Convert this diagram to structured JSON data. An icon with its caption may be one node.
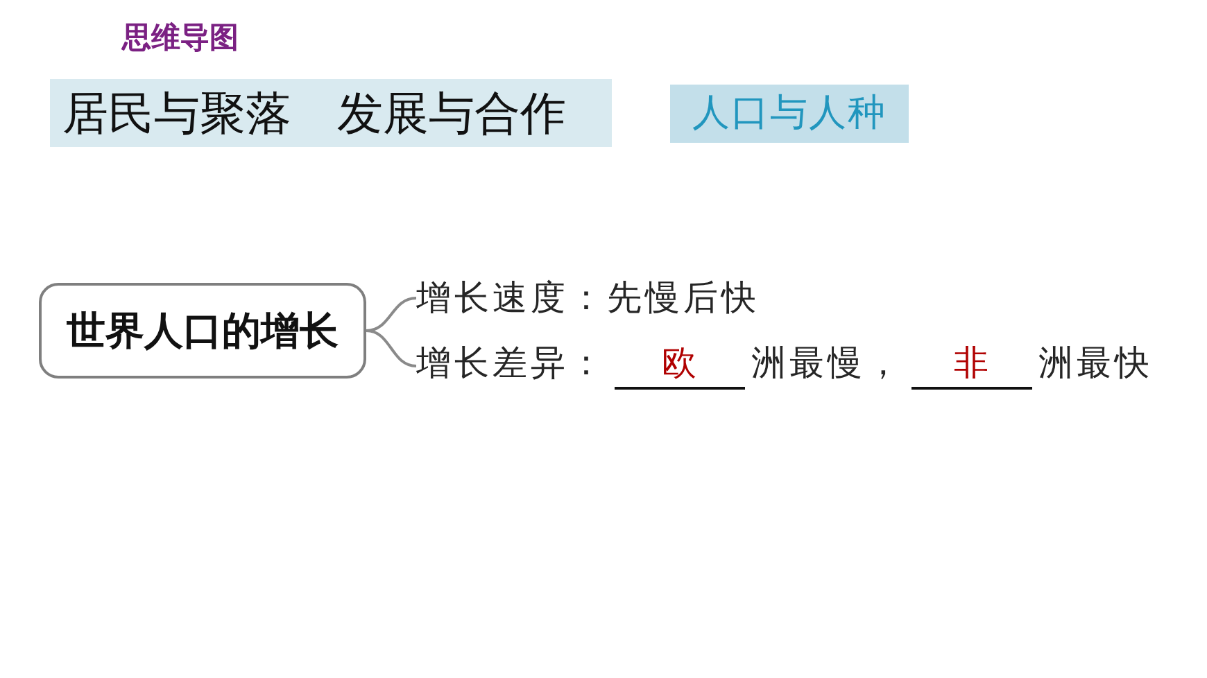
{
  "diagram": {
    "title": "思维导图",
    "nodes": [
      {
        "text": [
          "居民与聚落　发展与合作"
        ]
      },
      {
        "text": [
          "人口与人种"
        ]
      },
      {
        "text": [
          "世界人口的增长"
        ]
      },
      {
        "text": [
          "增长速度：先慢后快"
        ]
      },
      {
        "text": [
          "增长差异：",
          "欧",
          "洲最慢，",
          "非",
          "洲最快"
        ]
      }
    ],
    "edges": [
      {
        "from": 2,
        "to": 3,
        "arrow": "none"
      },
      {
        "from": 2,
        "to": 4,
        "arrow": "none"
      }
    ]
  }
}
